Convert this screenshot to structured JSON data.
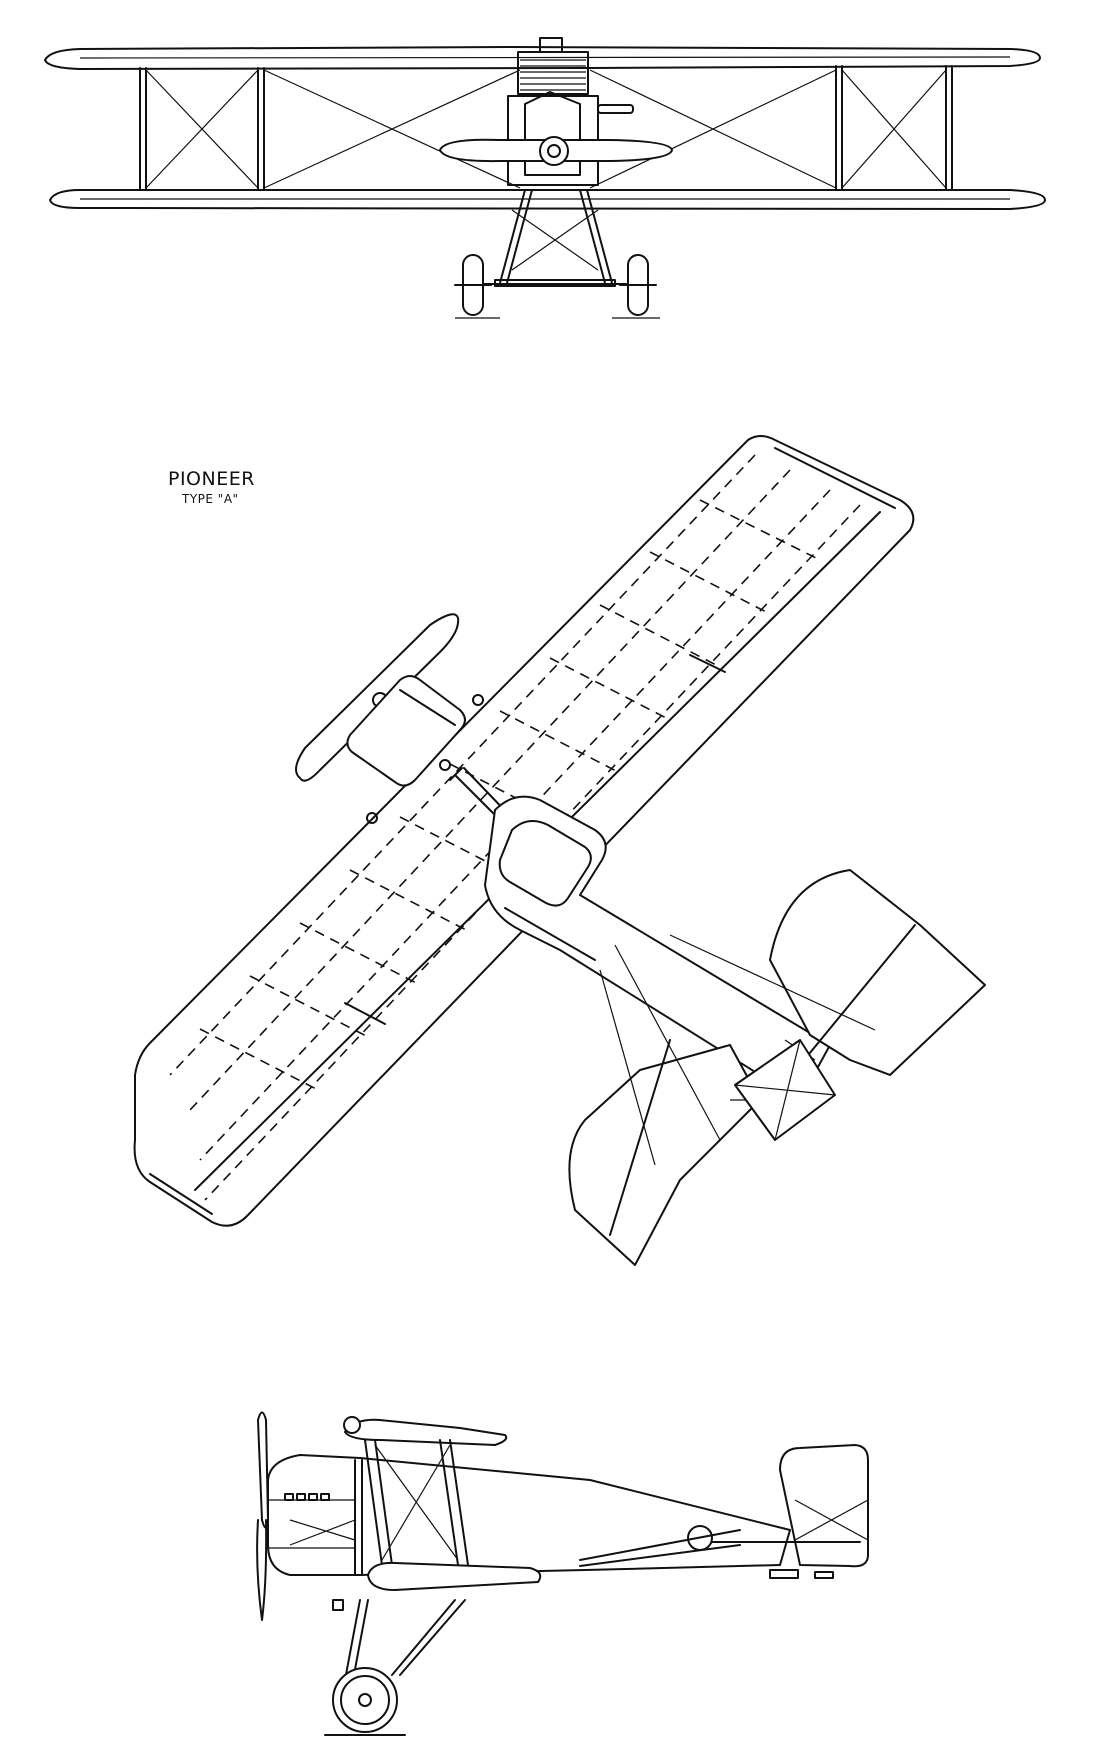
{
  "drawing": {
    "title": "PIONEER",
    "subtitle": "TYPE \"A\"",
    "views": [
      "front-view",
      "plan-view",
      "side-view"
    ],
    "line_color": "#111111",
    "background_color": "#ffffff"
  }
}
